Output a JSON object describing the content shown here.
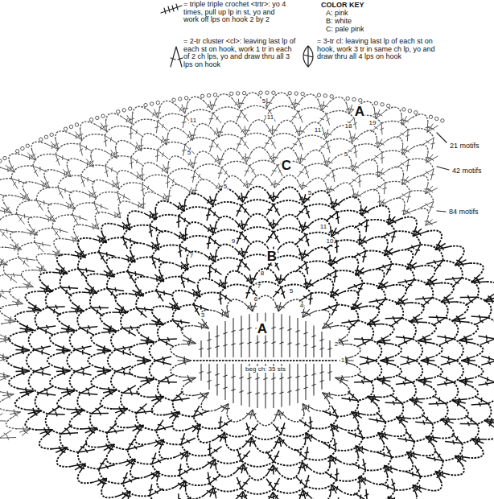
{
  "diagram": {
    "labels": [
      "COLOR KEY",
      "A: pink",
      "B: white",
      "C: pale pink",
      "11",
      "5",
      "11",
      "A",
      "18",
      "19",
      "11",
      "21 motifs",
      "5",
      "5",
      "C",
      "42 motifs",
      "5",
      "5",
      "84 motifs",
      "11",
      "10",
      "9",
      "7",
      "B",
      "8",
      "7",
      "6",
      "5",
      "4",
      "3",
      "A",
      "2",
      "1",
      "beg ch: 35 sts"
    ],
    "legend": [
      {
        "text": "= triple triple crochet <trtr>: yo 4 times, pull up lp in st, yo and work off lps on hook 2 by 2"
      },
      {
        "text": "= 2-tr cluster <cl>: leaving last lp of each st on hook, work 1 tr in each of 2 ch lps, yo and draw thru all 3 lps on hook"
      },
      {
        "text": "= 3-tr cl: leaving last lp of each st on hook, work 3 tr in same ch lp, yo and draw thru all 4 lps on hook"
      }
    ]
  }
}
